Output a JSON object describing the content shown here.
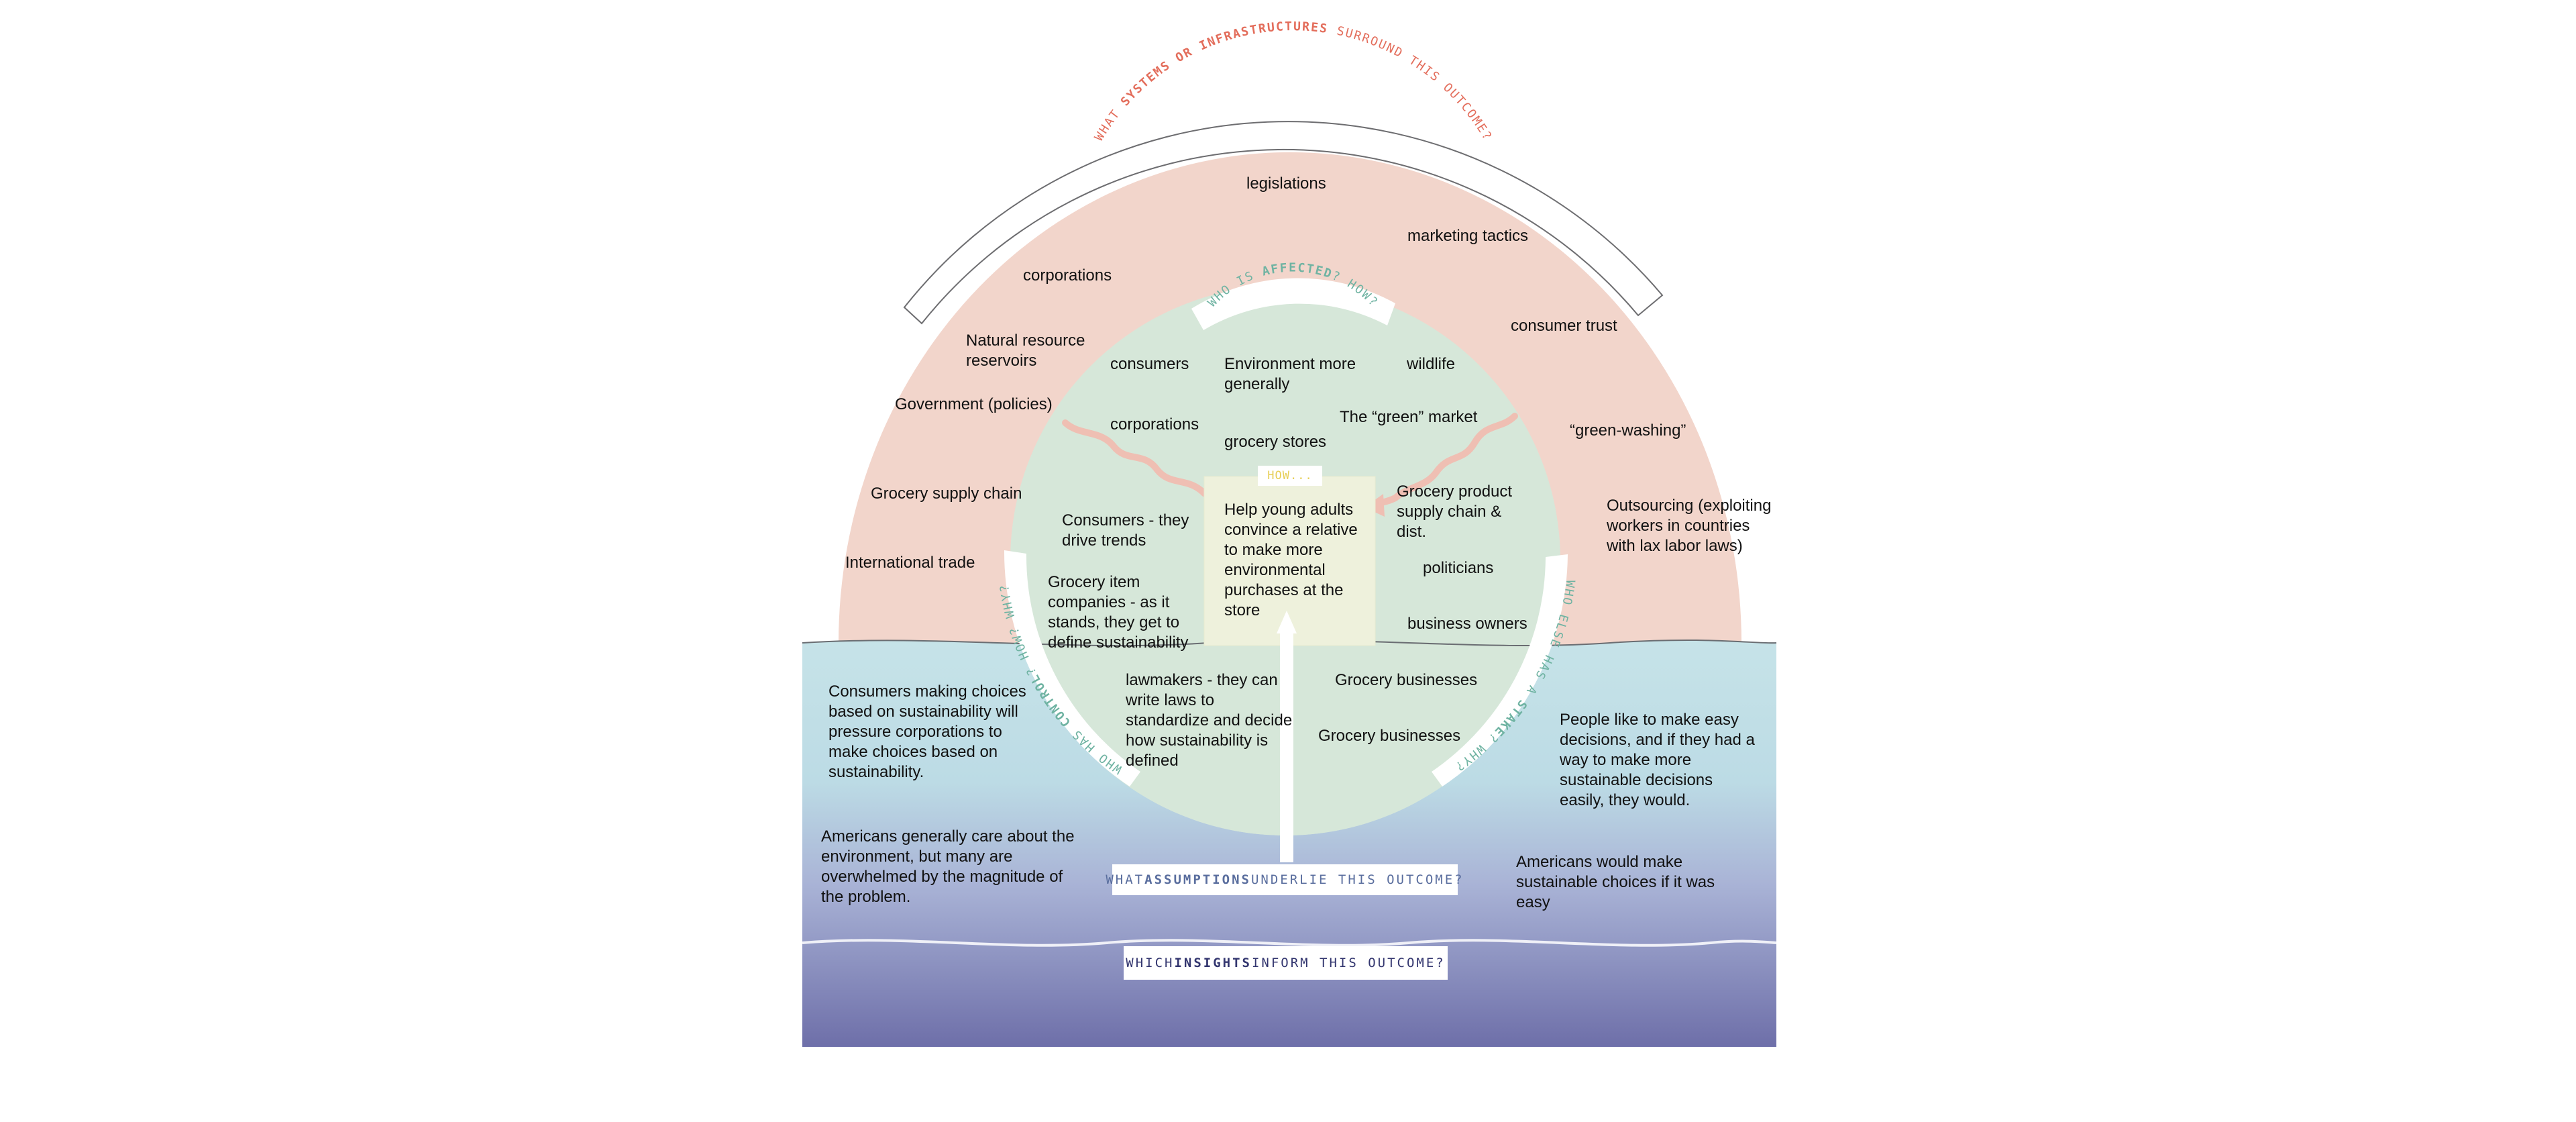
{
  "questions": {
    "systems": {
      "pre": "WHAT ",
      "em": "SYSTEMS OR INFRASTRUCTURES",
      "post": " SURROUND THIS OUTCOME?"
    },
    "affected": {
      "pre": "WHO IS ",
      "em": "AFFECTED",
      "post": "? HOW?"
    },
    "control": {
      "pre": "WHO HAS ",
      "em": "CONTROL",
      "post": "? HOW? WHY?"
    },
    "stake": {
      "pre": "WHO ELSE HAS A ",
      "em": "STAKE",
      "post": "? WHY?"
    },
    "assumptions": {
      "pre": "WHAT ",
      "em": "ASSUMPTIONS",
      "post": " UNDERLIE THIS OUTCOME?"
    },
    "insights": {
      "pre": "WHICH ",
      "em": "INSIGHTS",
      "post": " INFORM THIS OUTCOME?"
    },
    "how": "HOW..."
  },
  "outcome": "Help young adults convince a relative to make more environmental purchases at the store",
  "systems_items": {
    "legislations": "legislations",
    "marketing_tactics": "marketing tactics",
    "corporations": "corporations",
    "consumer_trust": "consumer trust",
    "natural_resource": "Natural resource reservoirs",
    "government": "Government (policies)",
    "green_washing": "“green-washing”",
    "grocery_supply_chain": "Grocery supply chain",
    "outsourcing": "Outsourcing (exploiting workers in countries with lax labor laws)",
    "international_trade": "International trade"
  },
  "affected_items": {
    "consumers": "consumers",
    "environment": "Environment more generally",
    "wildlife": "wildlife",
    "corporations": "corporations",
    "green_market": "The “green” market",
    "grocery_stores": "grocery  stores"
  },
  "control_items": {
    "consumers_trends": "Consumers - they drive trends",
    "grocery_item_companies": "Grocery item companies - as it stands, they get to define sustainability",
    "lawmakers": "lawmakers - they can write laws to standardize and decide how sustainability is defined"
  },
  "stake_items": {
    "grocery_product_supply": "Grocery product supply chain & dist.",
    "politicians": "politicians",
    "business_owners": "business owners",
    "grocery_businesses_1": "Grocery businesses",
    "grocery_businesses_2": "Grocery businesses"
  },
  "assumptions_items": {
    "consumers_making_choices": "Consumers making choices based on sustainability will pressure corporations to make choices based on sustainability.",
    "people_easy_decisions": "People like to make easy decisions, and if they had a way to make more sustainable decisions easily, they would."
  },
  "insights_items": {
    "americans_care": "Americans generally care about the environment, but many are overwhelmed by the magnitude of the problem.",
    "americans_would": "Americans  would make sustainable choices if it was easy"
  },
  "colors": {
    "systems_zone": "#f2d5cb",
    "affected_zone": "#d6e7d9",
    "outcome_box": "#eef1dc",
    "water_top": "#c6e3e8",
    "water_bottom": "#6e6fa9",
    "accent_red": "#e36d5b",
    "accent_teal": "#6fb3a2",
    "accent_blue": "#5a6e9e",
    "accent_navy": "#33366f"
  }
}
